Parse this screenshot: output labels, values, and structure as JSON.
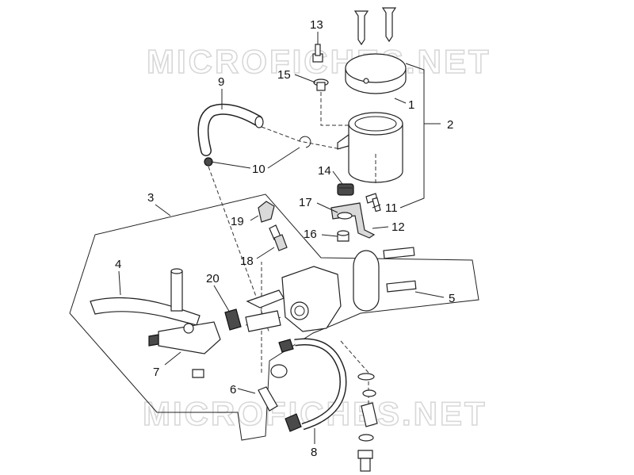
{
  "watermarks": [
    "MICROFICHES.NET",
    "MICROFICHES.NET"
  ],
  "callouts": [
    {
      "id": "1",
      "text": "1"
    },
    {
      "id": "2",
      "text": "2"
    },
    {
      "id": "3",
      "text": "3"
    },
    {
      "id": "4",
      "text": "4"
    },
    {
      "id": "5",
      "text": "5"
    },
    {
      "id": "6",
      "text": "6"
    },
    {
      "id": "7",
      "text": "7"
    },
    {
      "id": "8",
      "text": "8"
    },
    {
      "id": "9",
      "text": "9"
    },
    {
      "id": "10",
      "text": "10"
    },
    {
      "id": "11",
      "text": "11"
    },
    {
      "id": "12",
      "text": "12"
    },
    {
      "id": "13",
      "text": "13"
    },
    {
      "id": "14",
      "text": "14"
    },
    {
      "id": "15",
      "text": "15"
    },
    {
      "id": "16",
      "text": "16"
    },
    {
      "id": "17",
      "text": "17"
    },
    {
      "id": "18",
      "text": "18"
    },
    {
      "id": "19",
      "text": "19"
    },
    {
      "id": "20",
      "text": "20"
    }
  ]
}
